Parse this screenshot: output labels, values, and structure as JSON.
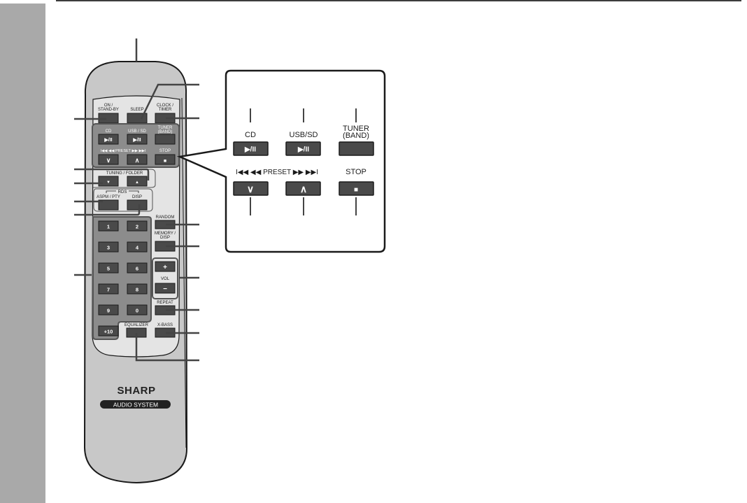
{
  "page": {
    "sidebar_color": "#a9a9a9",
    "rule_color": "#3c3c3c"
  },
  "remote": {
    "brand": "SHARP",
    "badge": "AUDIO SYSTEM",
    "top_buttons": [
      {
        "id": "on-standby",
        "label_line1": "ON /",
        "label_line2": "STAND-BY"
      },
      {
        "id": "sleep",
        "label_line1": "",
        "label_line2": "SLEEP"
      },
      {
        "id": "clock-timer",
        "label_line1": "CLOCK /",
        "label_line2": "TIMER"
      }
    ],
    "source_group": {
      "cd": {
        "label": "CD",
        "glyph": "▶/II"
      },
      "usb_sd": {
        "label": "USB / SD",
        "glyph": "▶/II"
      },
      "tuner": {
        "label_line1": "TUNER",
        "label_line2": "(BAND)",
        "glyph": ""
      },
      "preset_label": "I◀◀ ◀◀ PRESET ▶▶ ▶▶I",
      "preset_down": {
        "glyph": "∨"
      },
      "preset_up": {
        "glyph": "∧"
      },
      "stop": {
        "label": "STOP",
        "glyph": "■"
      }
    },
    "tuning_folder": {
      "label": "TUNING / FOLDER",
      "down_glyph": "▼",
      "up_glyph": "▲"
    },
    "rds": {
      "label": "RDS",
      "aspm_label": "ASPM / PTY",
      "disp_label": "DISP"
    },
    "numpad": [
      "1",
      "2",
      "3",
      "4",
      "5",
      "6",
      "7",
      "8",
      "9",
      "0",
      "+10"
    ],
    "right_column": {
      "random": "RANDOM",
      "memory_line1": "MEMORY /",
      "memory_line2": "DISP",
      "vol_label": "VOL",
      "vol_plus": "+",
      "vol_minus": "−",
      "repeat": "REPEAT",
      "xbass": "X-BASS",
      "equalizer": "EQUALIZER"
    }
  },
  "callout": {
    "cd": {
      "label": "CD",
      "glyph": "▶/II"
    },
    "usb_sd": {
      "label": "USB/SD",
      "glyph": "▶/II"
    },
    "tuner": {
      "label_line1": "TUNER",
      "label_line2": "(BAND)"
    },
    "preset_label": "I◀◀ ◀◀ PRESET ▶▶ ▶▶I",
    "preset_down": {
      "glyph": "∨"
    },
    "preset_up": {
      "glyph": "∧"
    },
    "stop": {
      "label": "STOP",
      "glyph": "■"
    }
  }
}
